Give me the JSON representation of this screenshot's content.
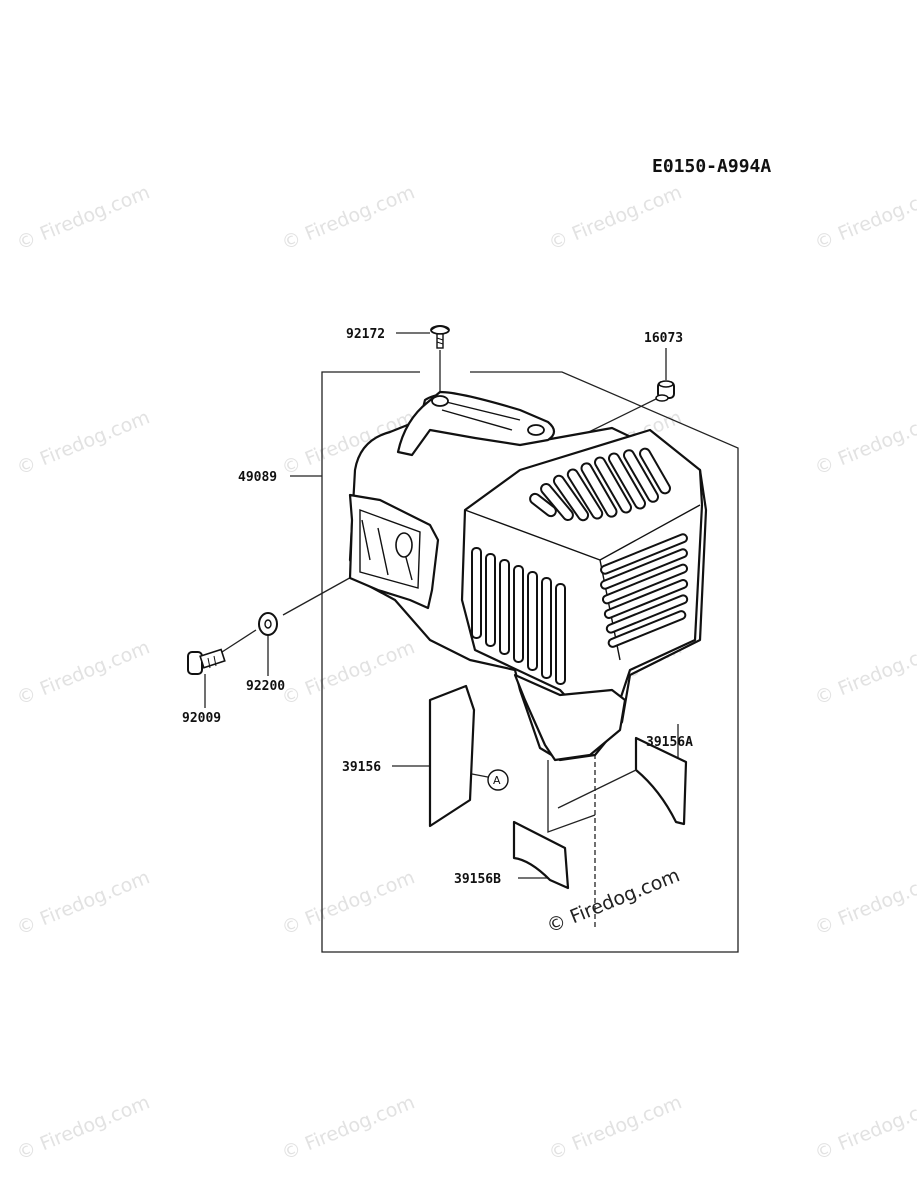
{
  "diagram_code": "E0150-A994A",
  "watermark": "© Firedog.com",
  "center_watermark": "© Firedog.com",
  "callout": "A",
  "parts": {
    "p92172": "92172",
    "p16073": "16073",
    "p49089": "49089",
    "p92200": "92200",
    "p92009": "92009",
    "p39156": "39156",
    "p39156A": "39156A",
    "p39156B": "39156B"
  }
}
